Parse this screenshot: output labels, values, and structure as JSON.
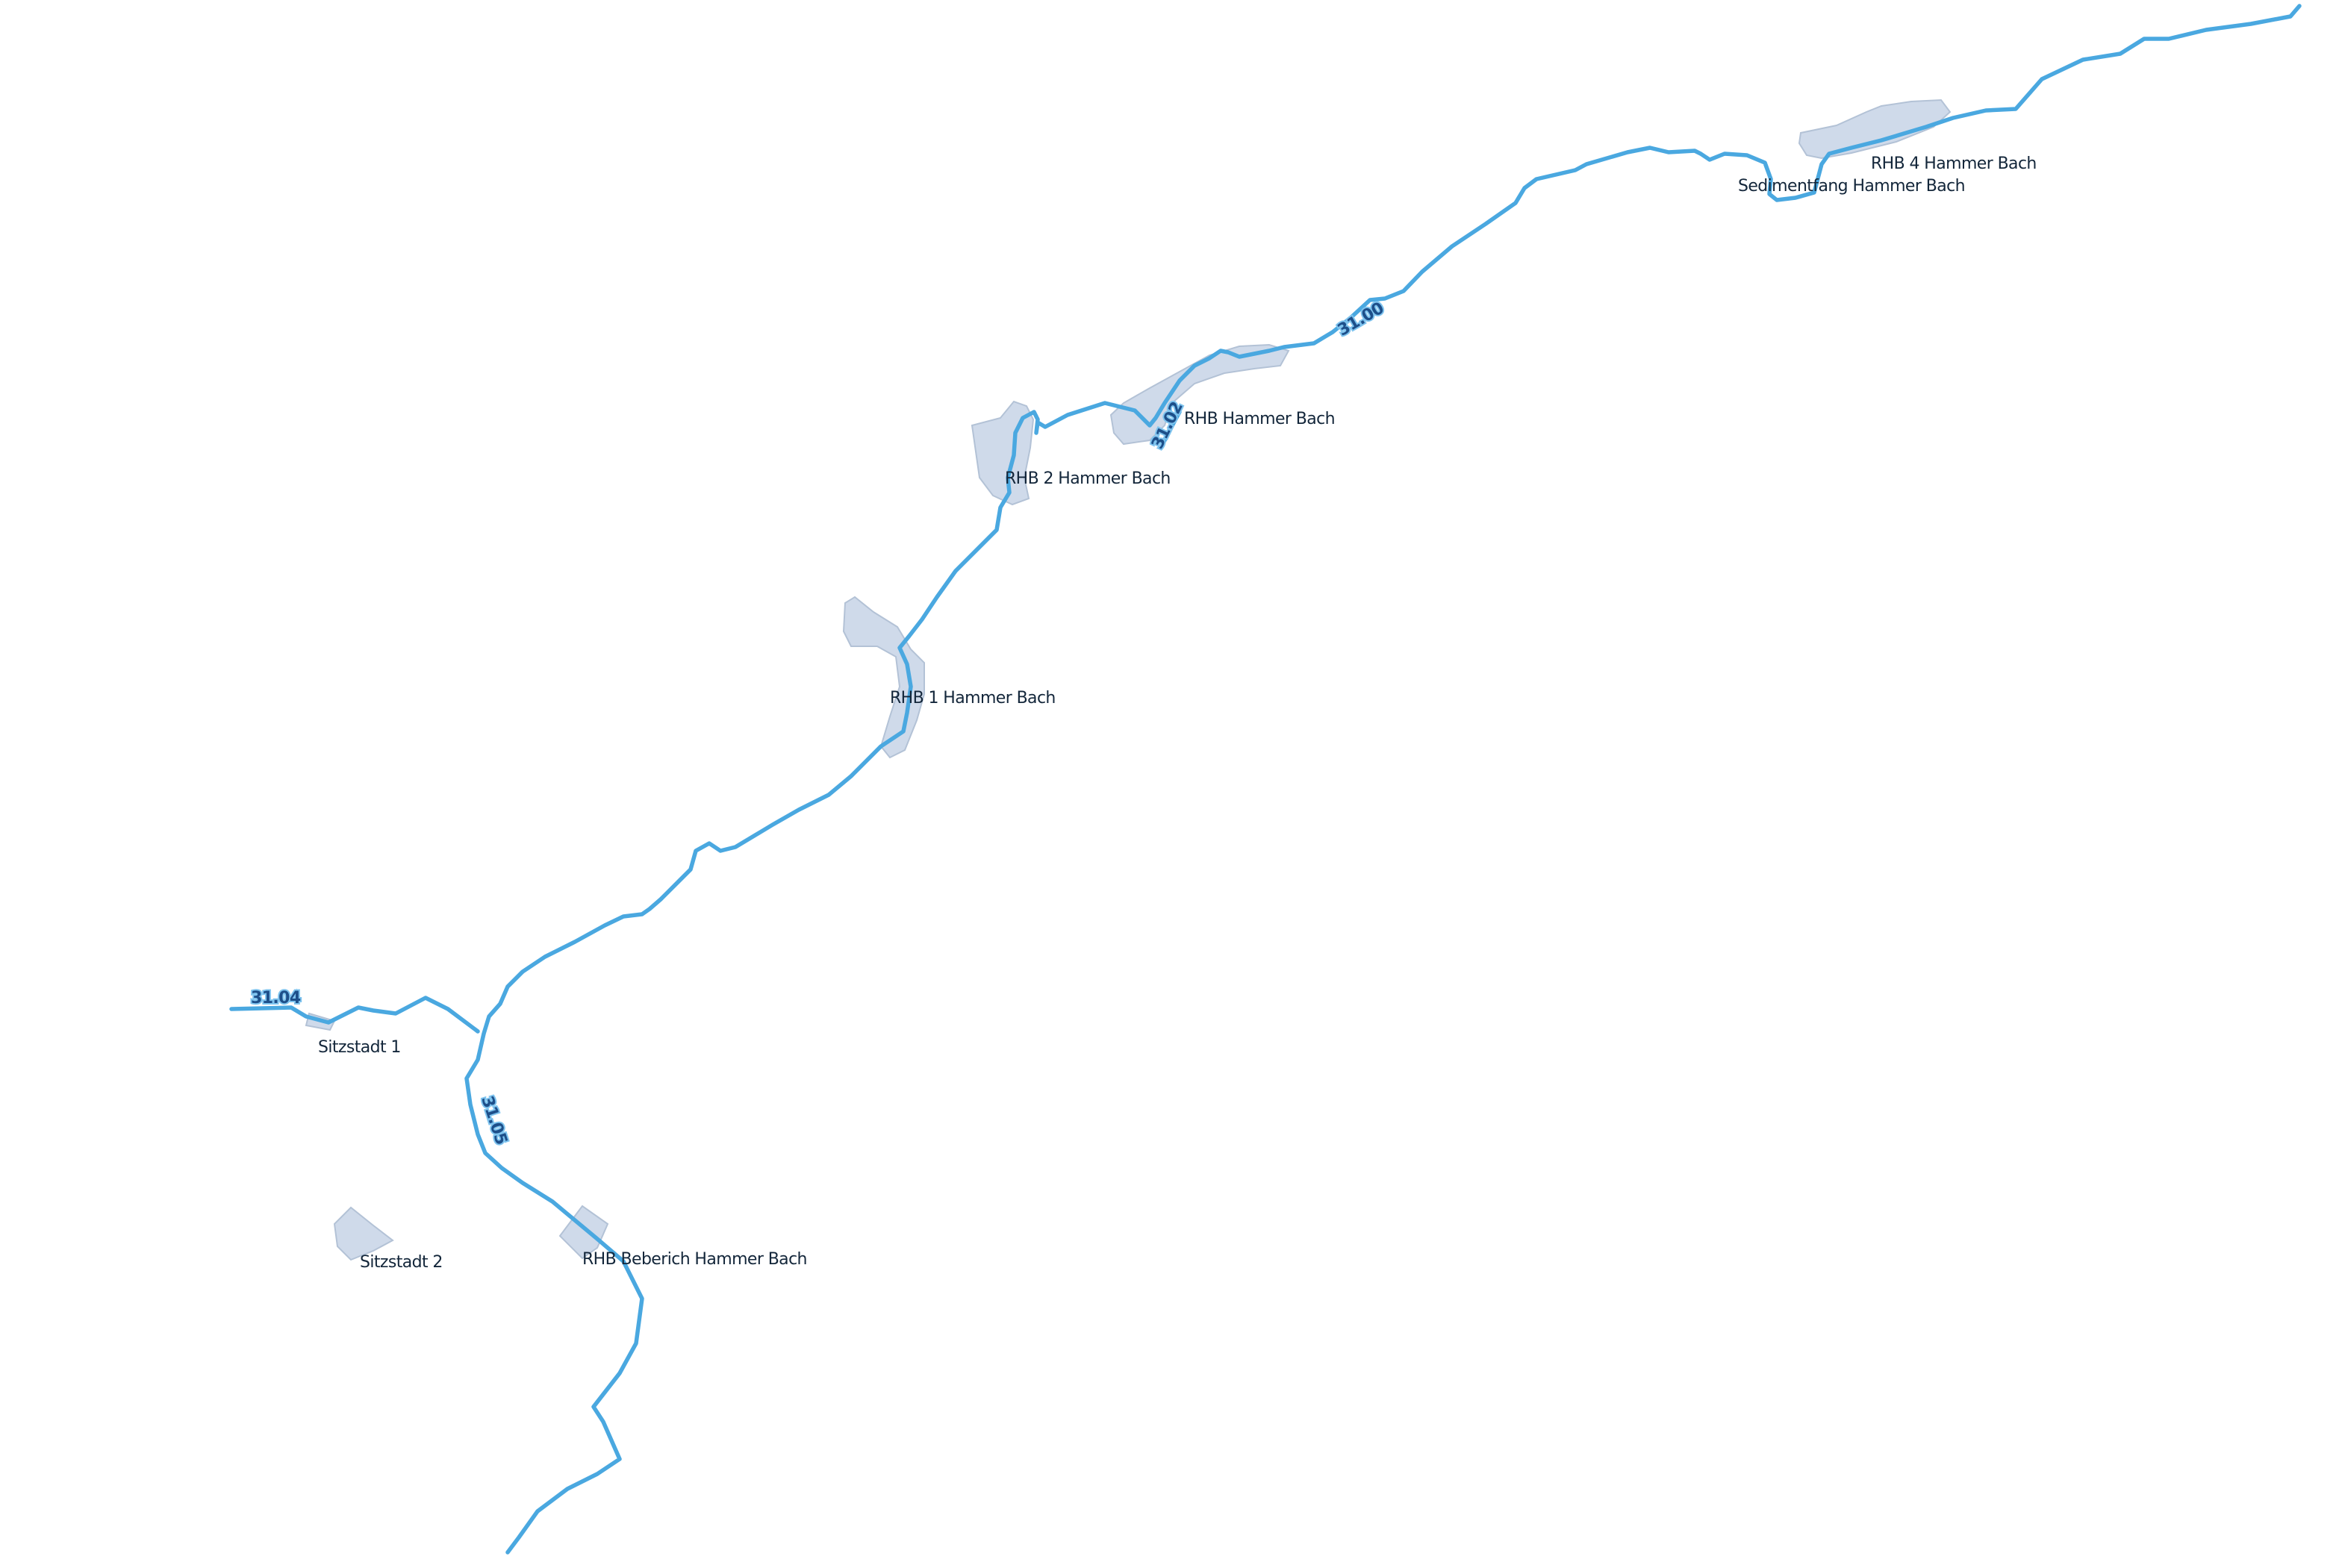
{
  "map": {
    "colors": {
      "background": "#ffffff",
      "river": "#4aa8e0",
      "basin_fill": "#cfdaea",
      "basin_outline": "#b3c2d6",
      "label_text": "#13263a",
      "station_text": "#1d4f8a",
      "station_halo": "#7ec3ee"
    },
    "basin_labels": {
      "rhb4": "RHB 4 Hammer Bach",
      "sedimentfang": "Sedimentfang Hammer Bach",
      "rhb": "RHB Hammer Bach",
      "rhb2": "RHB 2 Hammer Bach",
      "rhb1": "RHB 1 Hammer Bach",
      "sitzstadt1": "Sitzstadt 1",
      "sitzstadt2": "Sitzstadt 2",
      "rhb_beberich": "RHB Beberich Hammer Bach"
    },
    "station_labels": {
      "s3100": "31.00",
      "s3102": "31.02",
      "s3104": "31.04",
      "s3105": "31.05"
    }
  }
}
